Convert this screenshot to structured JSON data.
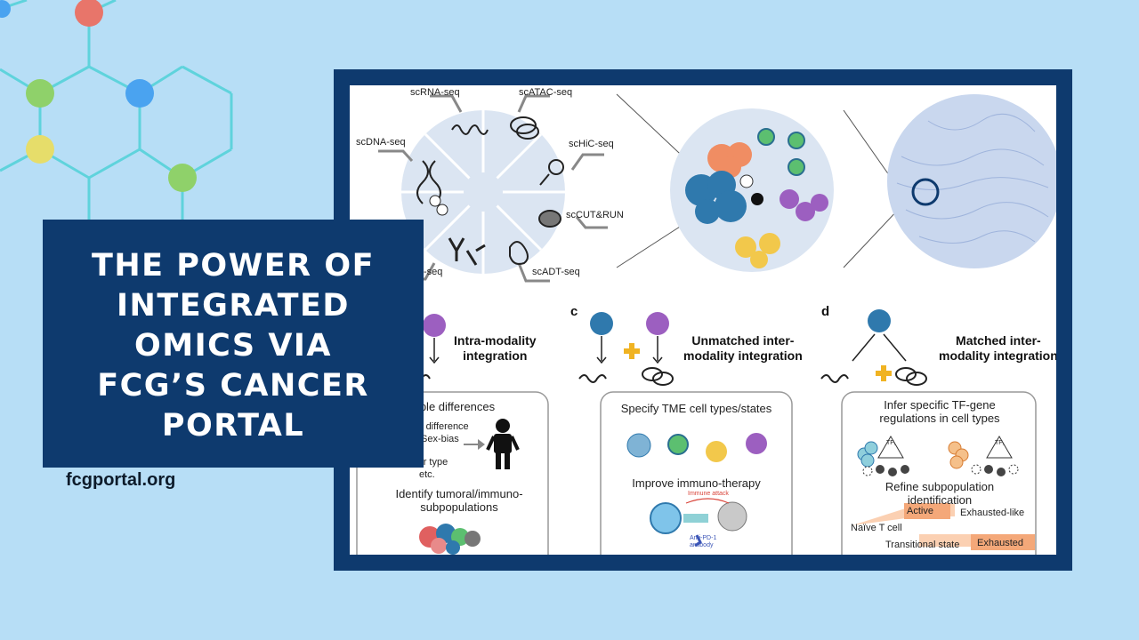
{
  "title": "THE POWER OF INTEGRATED OMICS VIA FCG'S CANCER PORTAL",
  "title_lines": [
    "THE POWER OF",
    "INTEGRATED",
    "OMICS VIA",
    "FCG’S CANCER",
    "PORTAL"
  ],
  "website": "fcgportal.org",
  "colors": {
    "background": "#b7def6",
    "title_box": "#0e3a6e",
    "molecule_line": "#5fd3dc",
    "atom_red": "#e8756a",
    "atom_green": "#8fd16a",
    "atom_blue": "#4aa3f0",
    "atom_yellow": "#e6dd6a"
  },
  "figure": {
    "omics_labels": {
      "scrna": "scRNA-seq",
      "scatac": "scATAC-seq",
      "schic": "scHiC-seq",
      "scdna": "scDNA-seq",
      "sccut": "scCUT&RUN",
      "scadt": "scADT-seq",
      "partial": "-seq"
    },
    "panel_b": {
      "heading_1": "Intra-modality",
      "heading_2": "integration",
      "box_title": "mple differences",
      "item_1": "tment difference",
      "item_2": "Sex-bias",
      "item_3": "Tumor type",
      "item_4": "etc.",
      "identify_1": "Identify tumoral/immuno-",
      "identify_2": "subpopulations"
    },
    "panel_c": {
      "letter": "c",
      "heading_1": "Unmatched inter-",
      "heading_2": "modality integration",
      "box_title": "Specify TME cell types/states",
      "improve": "Improve immuno-therapy",
      "immune_attack": "Immune attack",
      "antibody_1": "Anti-PD-1",
      "antibody_2": "antibody"
    },
    "panel_d": {
      "letter": "d",
      "heading_1": "Matched inter-",
      "heading_2": "modality integration",
      "box_title_1": "Infer specific TF-gene",
      "box_title_2": "regulations in cell types",
      "tf_label": "TF₁",
      "refine_1": "Refine subpopulation",
      "refine_2": "identification",
      "active": "Active",
      "exhausted_like": "Exhausted-like",
      "naive": "Naïve T cell",
      "exhausted": "Exhausted",
      "transitional": "Transitional state"
    }
  }
}
